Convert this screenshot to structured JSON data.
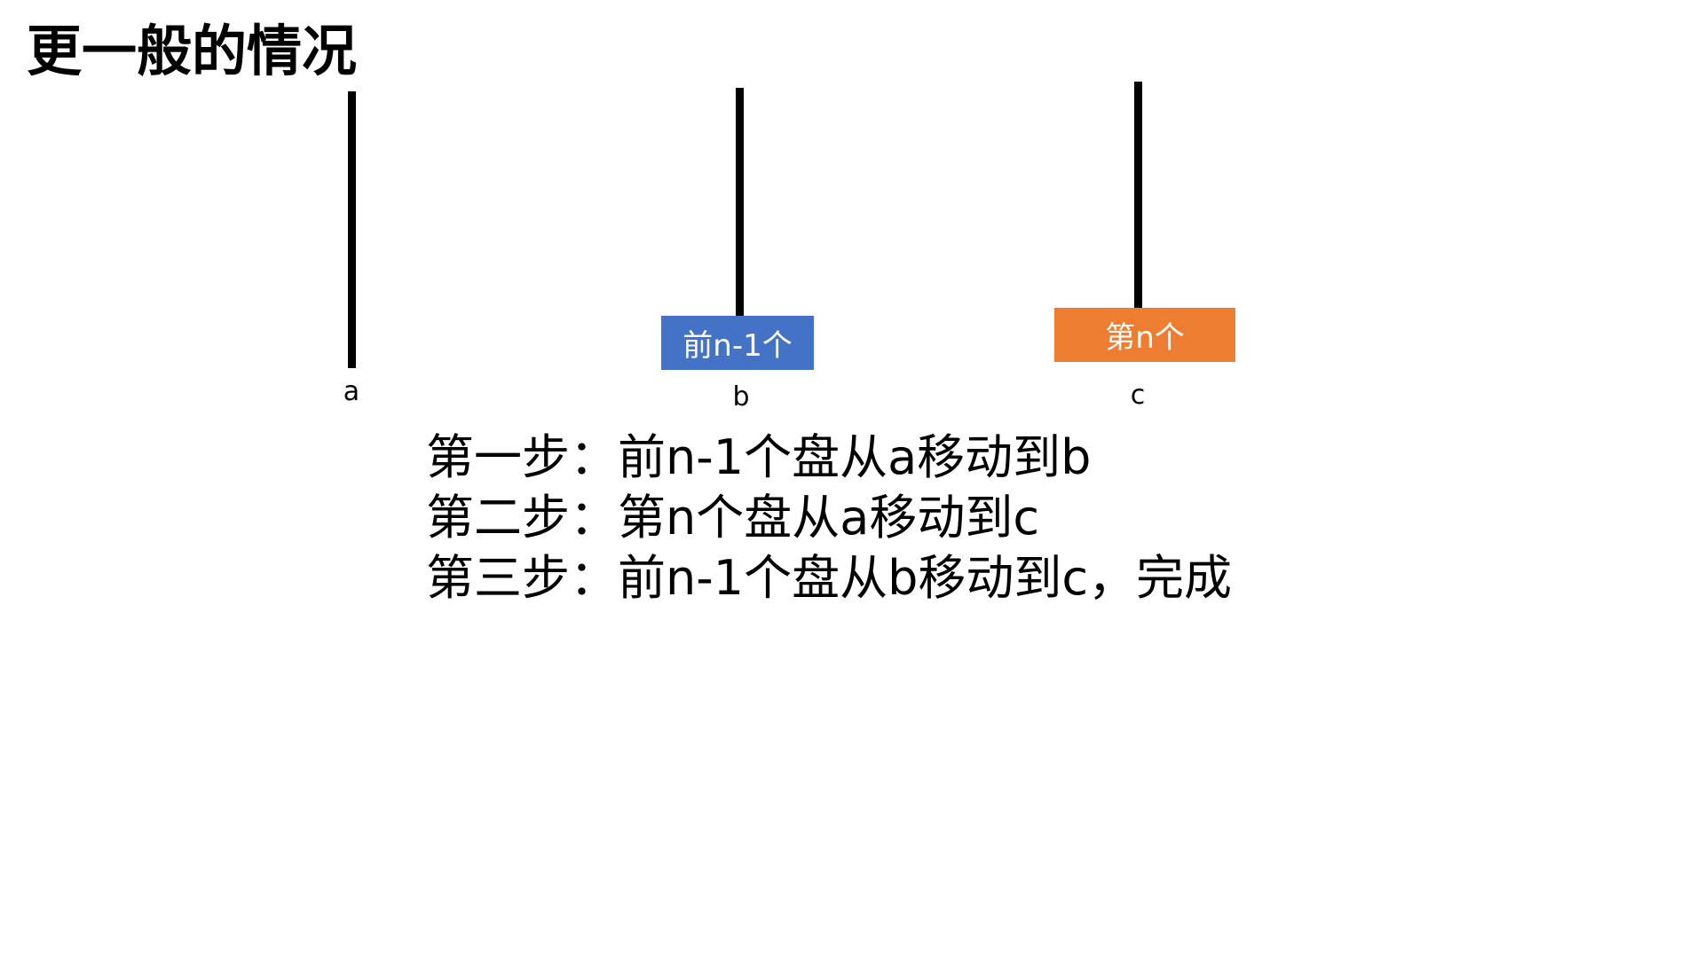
{
  "title": "更一般的情况",
  "rods": {
    "a": {
      "label": "a"
    },
    "b": {
      "label": "b"
    },
    "c": {
      "label": "c"
    }
  },
  "disks": {
    "first_n_minus_1": {
      "label": "前n-1个",
      "color": "#4472C4"
    },
    "nth": {
      "label": "第n个",
      "color": "#ED7D31"
    }
  },
  "steps": [
    "第一步：前n-1个盘从a移动到b",
    "第二步：第n个盘从a移动到c",
    "第三步：前n-1个盘从b移动到c，完成"
  ]
}
